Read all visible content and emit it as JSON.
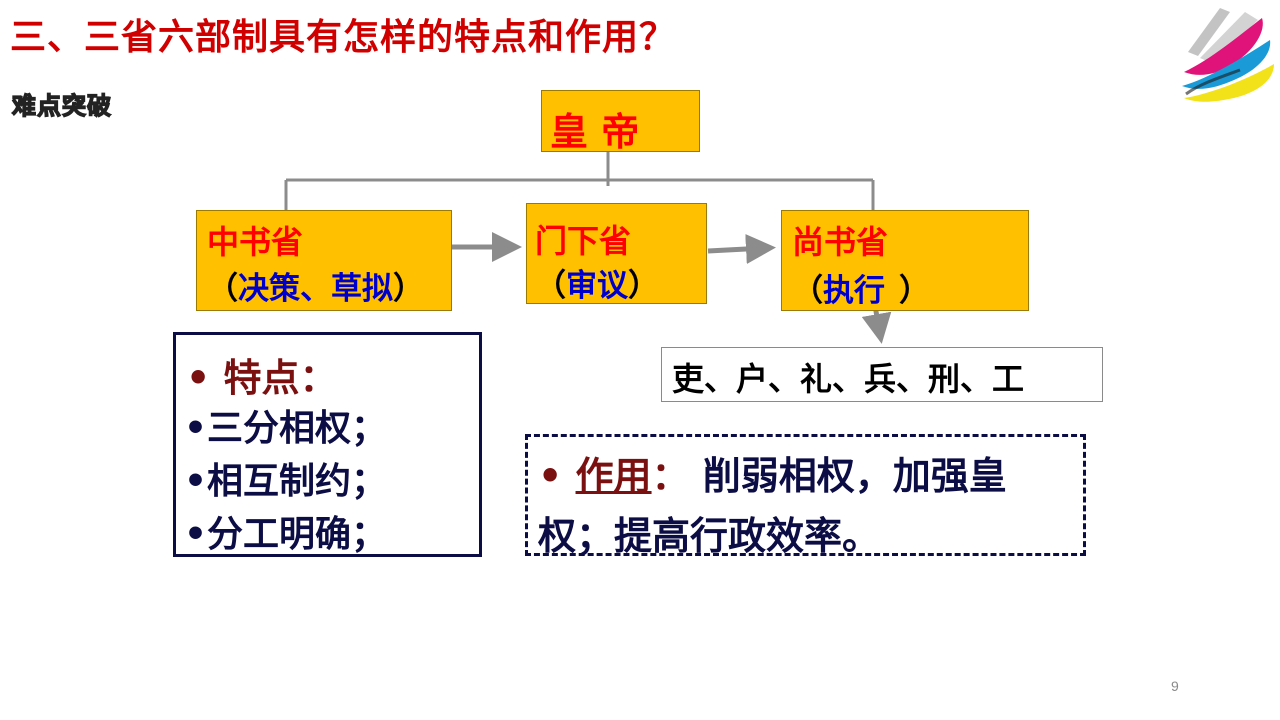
{
  "slide": {
    "title": "三、三省六部制具有怎样的特点和作用？",
    "subtitle": "难点突破",
    "page_number": "9"
  },
  "diagram": {
    "emperor": "皇 帝",
    "departments": [
      {
        "name": "中书省",
        "role_open": "（",
        "role": "决策、草拟",
        "role_close": "）"
      },
      {
        "name": "门下省",
        "role_open": "（",
        "role": "审议",
        "role_close": "）"
      },
      {
        "name": "尚书省",
        "role_open": "（",
        "role": "执行",
        "role_close": "）"
      }
    ],
    "ministries": "吏、户、礼、兵、刑、工"
  },
  "features": {
    "bullet": "•",
    "heading": "特点：",
    "items": [
      "•三分相权；",
      "•相互制约；",
      "•分工明确；"
    ]
  },
  "effect": {
    "bullet": "•",
    "label": "作用",
    "colon": "：",
    "text_line1": " 削弱相权，加强皇",
    "text_line2": "权；提高行政效率。"
  },
  "colors": {
    "title": "#d00000",
    "node_fill": "#ffc000",
    "node_name": "#ff0000",
    "node_role": "#0000cc",
    "dark_navy": "#0d0d45",
    "dark_red": "#7b1010",
    "connector": "#8c8c8c"
  }
}
